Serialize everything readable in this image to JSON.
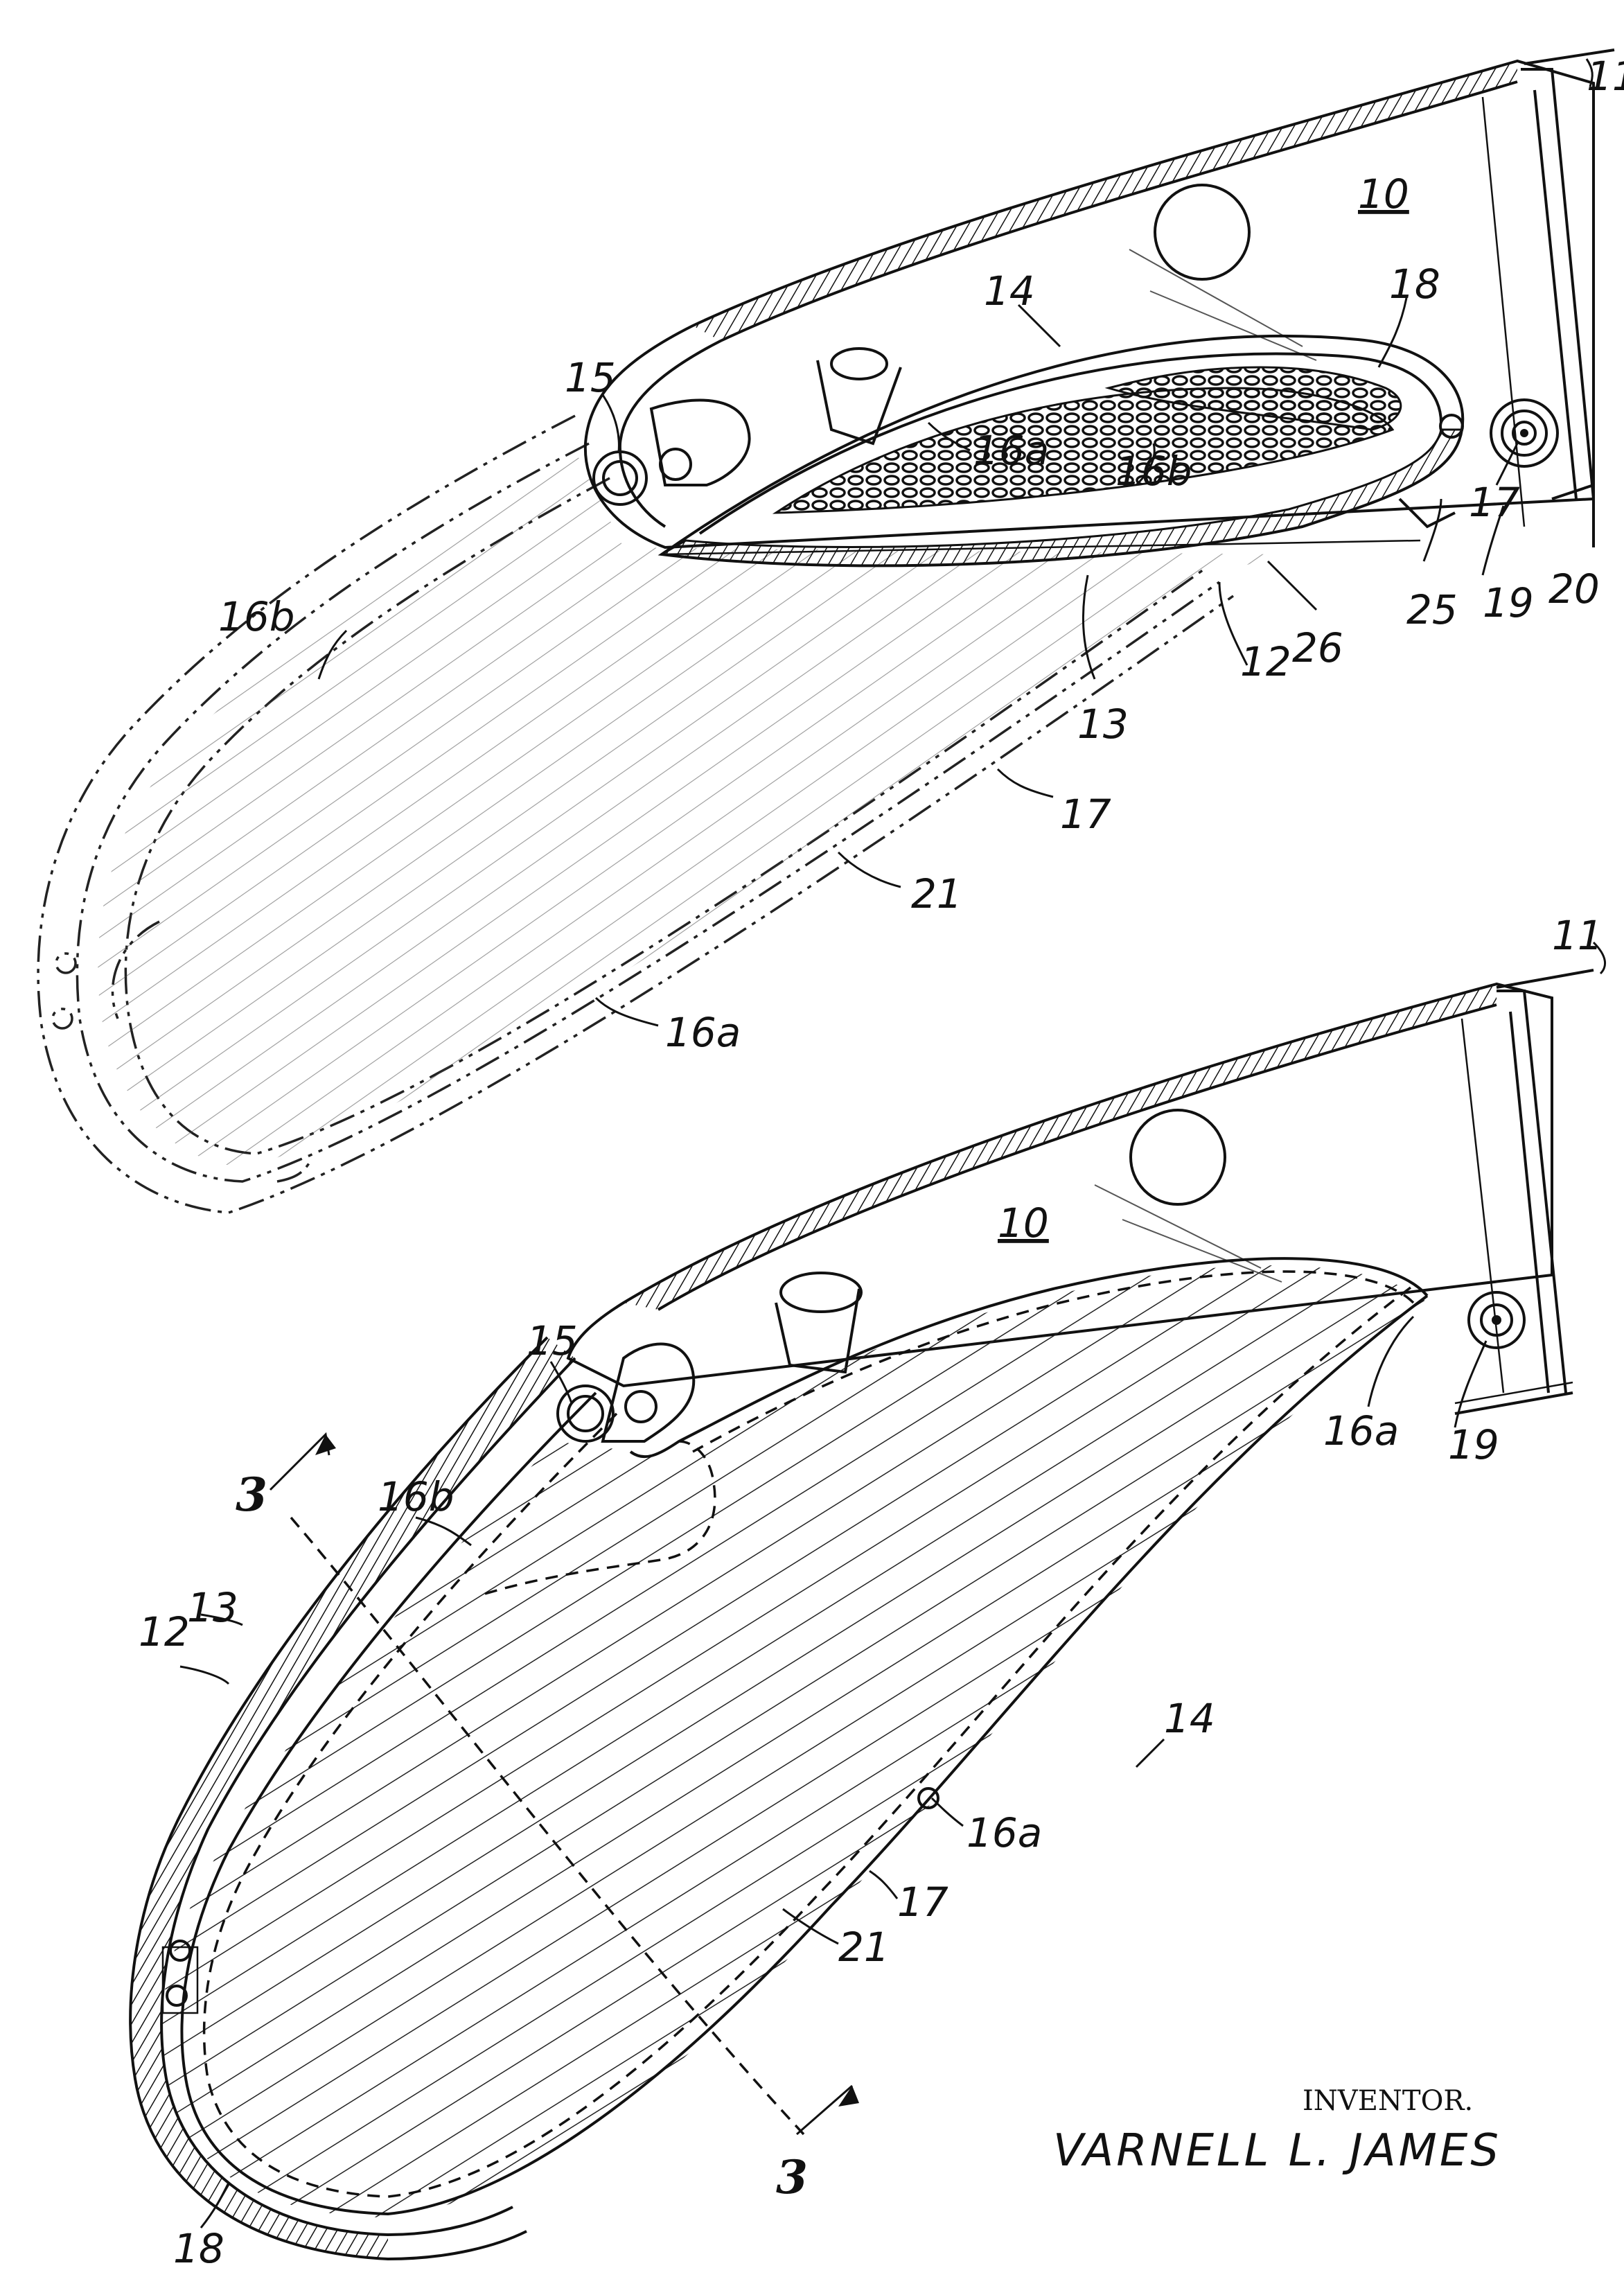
{
  "figure_top": {
    "labels": {
      "l11": "11",
      "l10": "10",
      "l14": "14",
      "l18": "18",
      "l15": "15",
      "l16a_inner": "16a",
      "l16b_inner": "16b",
      "l17_right": "17",
      "l20": "20",
      "l19": "19",
      "l25": "25",
      "l26": "26",
      "l12": "12",
      "l13": "13",
      "l16b_ghost": "16b",
      "l17_ghost": "17",
      "l21": "21",
      "l16a_ghost": "16a"
    }
  },
  "figure_bottom": {
    "labels": {
      "l11": "11",
      "l10": "10",
      "l15": "15",
      "l16b": "16b",
      "l16a_right": "16a",
      "l19": "19",
      "l12": "12",
      "l13": "13",
      "l14": "14",
      "l16a_lower": "16a",
      "l17": "17",
      "l21": "21",
      "l18": "18"
    },
    "section_marks": {
      "top": "3",
      "bottom": "3"
    }
  },
  "inventor": {
    "caption": "INVENTOR.",
    "name": "VARNELL L. JAMES"
  }
}
